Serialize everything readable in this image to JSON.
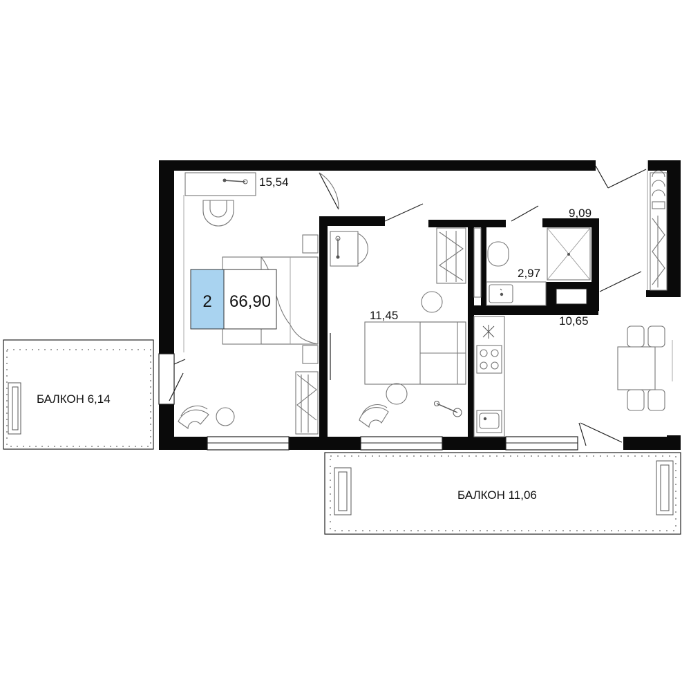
{
  "apartment": {
    "rooms_badge": "2",
    "total_area": "66,90",
    "badge_color": "#a9d3f0"
  },
  "rooms": {
    "bedroom_area": "15,54",
    "kitchen_living_area": "9,09",
    "bathroom_area": "2,97",
    "hall_area": "10,65",
    "second_room_area": "11,45"
  },
  "balconies": {
    "left_label": "БАЛКОН 6,14",
    "bottom_label": "БАЛКОН 11,06"
  },
  "colors": {
    "wall": "#0a0a0a",
    "line": "#222222",
    "furniture": "#777777"
  }
}
